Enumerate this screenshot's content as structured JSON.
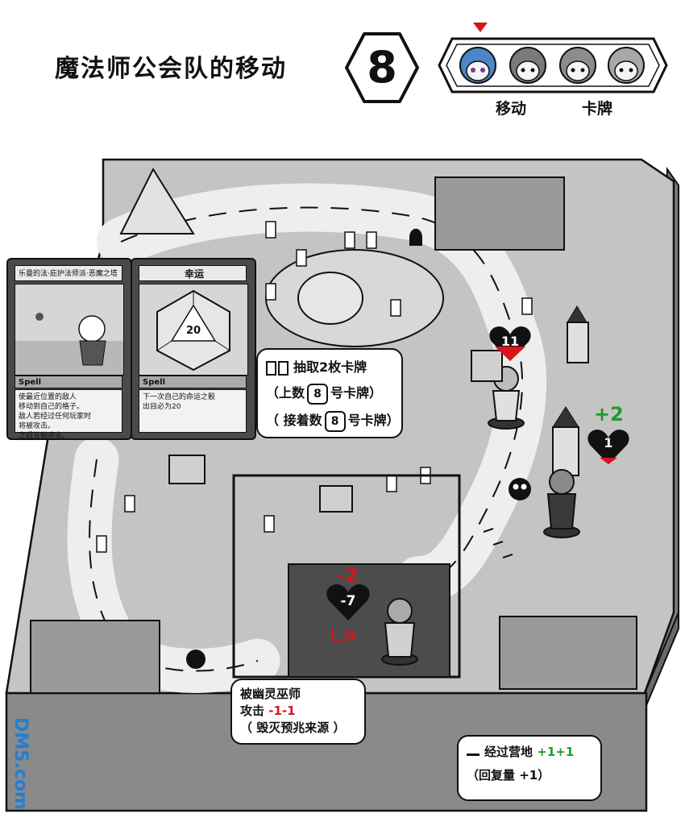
{
  "title": "魔法师公会队的移动",
  "round_number": "8",
  "turn_labels": {
    "move": "移动",
    "cards": "卡牌"
  },
  "cards": [
    {
      "name": "乐曼的法·庇护法师派·恶魔之塔",
      "type": "Spell",
      "text": [
        "使最近位置的敌人",
        "移动到自己的格子。",
        "敌人若经过任何玩家时",
        "将被攻击。",
        "之后互相攻击。"
      ]
    },
    {
      "name": "幸运",
      "die_value": "20",
      "type": "Spell",
      "text": [
        "下一次自己的命运之骰",
        "出目必为20"
      ]
    }
  ],
  "draw_bubble": {
    "line1": "抽取2枚卡牌",
    "line2_pre": "（上数",
    "line2_num": "8",
    "line2_post": "号卡牌）",
    "line3_pre": "（ 接着数",
    "line3_num": "8",
    "line3_post": "号卡牌）"
  },
  "attack_bubble": {
    "line1": "被幽灵巫师",
    "line2_pre": "攻击",
    "line2_val": "-1-1",
    "line3": "（ 毁灭预兆来源 ）"
  },
  "camp_bubble": {
    "line1": "经过营地",
    "line1_val": "+1+1",
    "line2": "（回复量 +1）"
  },
  "hearts": [
    {
      "value": "11"
    },
    {
      "value": "1"
    },
    {
      "value": "-7"
    }
  ],
  "score_changes": {
    "green": "+2",
    "red": "-2",
    "move": "0"
  },
  "watermark": "DM5.com",
  "colors": {
    "red": "#d8141c",
    "green": "#1e9a2a",
    "board": "#b9b9b9"
  }
}
